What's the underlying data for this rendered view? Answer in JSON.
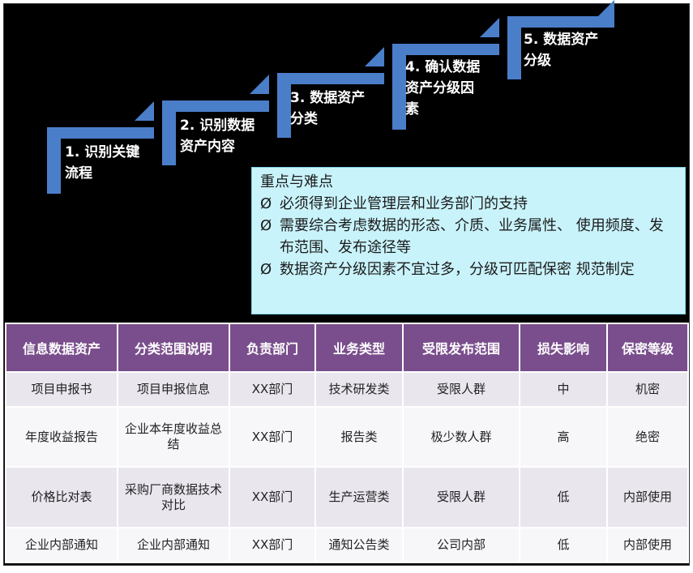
{
  "steps": [
    {
      "label": "1. 识别关键\n流程"
    },
    {
      "label": "2. 识别数据\n资产内容"
    },
    {
      "label": "3. 数据资产\n分类"
    },
    {
      "label": "4. 确认数据\n资产分级因\n素"
    },
    {
      "label": "5. 数据资产\n分级"
    }
  ],
  "callout": {
    "title": "重点与难点",
    "bullet": "Ø",
    "items": [
      "必须得到企业管理层和业务部门的支持",
      "需要综合考虑数据的形态、介质、业务属性、 使用频度、发布范围、发布途径等",
      "数据资产分级因素不宜过多，分级可匹配保密 规范制定"
    ]
  },
  "table": {
    "headers": [
      "信息数据资产",
      "分类范围说明",
      "负责部门",
      "业务类型",
      "受限发布范围",
      "损失影响",
      "保密等级"
    ],
    "rows": [
      [
        "项目申报书",
        "项目申报信息",
        "XX部门",
        "技术研发类",
        "受限人群",
        "中",
        "机密"
      ],
      [
        "年度收益报告",
        "企业本年度收益总结",
        "XX部门",
        "报告类",
        "极少数人群",
        "高",
        "绝密"
      ],
      [
        "价格比对表",
        "采购厂商数据技术对比",
        "XX部门",
        "生产运营类",
        "受限人群",
        "低",
        "内部使用"
      ],
      [
        "企业内部通知",
        "企业内部通知",
        "XX部门",
        "通知公告类",
        "公司内部",
        "低",
        "内部使用"
      ]
    ]
  },
  "colors": {
    "step": "#4a7ec9",
    "header": "#7a4e8c",
    "callout": "#c9f3fb"
  }
}
